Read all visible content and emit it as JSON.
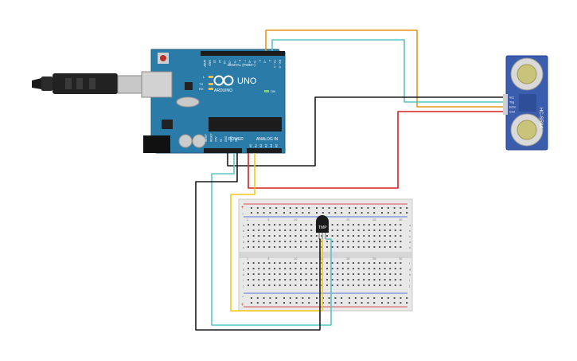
{
  "arduino": {
    "digital_label": "DIGITAL (PWM~)",
    "digital_pins": [
      "AREF",
      "GND",
      "13",
      "12",
      "~11",
      "~10",
      "~9",
      "8",
      "7",
      "~6",
      "~5",
      "4",
      "~3",
      "2",
      "TX→1",
      "RX←0"
    ],
    "brand": "ARDUINO",
    "model": "UNO",
    "led_l": "L",
    "led_tx": "TX",
    "led_rx": "RX",
    "led_on": "ON",
    "power_label": "POWER",
    "power_pins": [
      "IOREF",
      "RESET",
      "3.3V",
      "5V",
      "GND",
      "GND",
      "Vin"
    ],
    "analog_label": "ANALOG IN",
    "analog_pins": [
      "A0",
      "A1",
      "A2",
      "A3",
      "A4",
      "A5"
    ]
  },
  "ultrasonic": {
    "model": "HC-SR04",
    "pins": [
      "Vcc",
      "Trig",
      "Echo",
      "Gnd"
    ]
  },
  "sensor": {
    "label": "TMP"
  },
  "breadboard": {
    "row_letters_top": [
      "a",
      "b",
      "c",
      "d",
      "e"
    ],
    "row_letters_bottom": [
      "f",
      "g",
      "h",
      "i",
      "j"
    ],
    "rail_plus": "+",
    "rail_minus": "-",
    "col_numbers": [
      "1",
      "5",
      "10",
      "15",
      "20",
      "25",
      "30"
    ]
  },
  "colors": {
    "board": "#2b7ba8",
    "wire_orange": "#e8951c",
    "wire_teal": "#5cc4c4",
    "wire_black": "#1a1a1a",
    "wire_red": "#d42020",
    "wire_yellow": "#f2c81a"
  }
}
